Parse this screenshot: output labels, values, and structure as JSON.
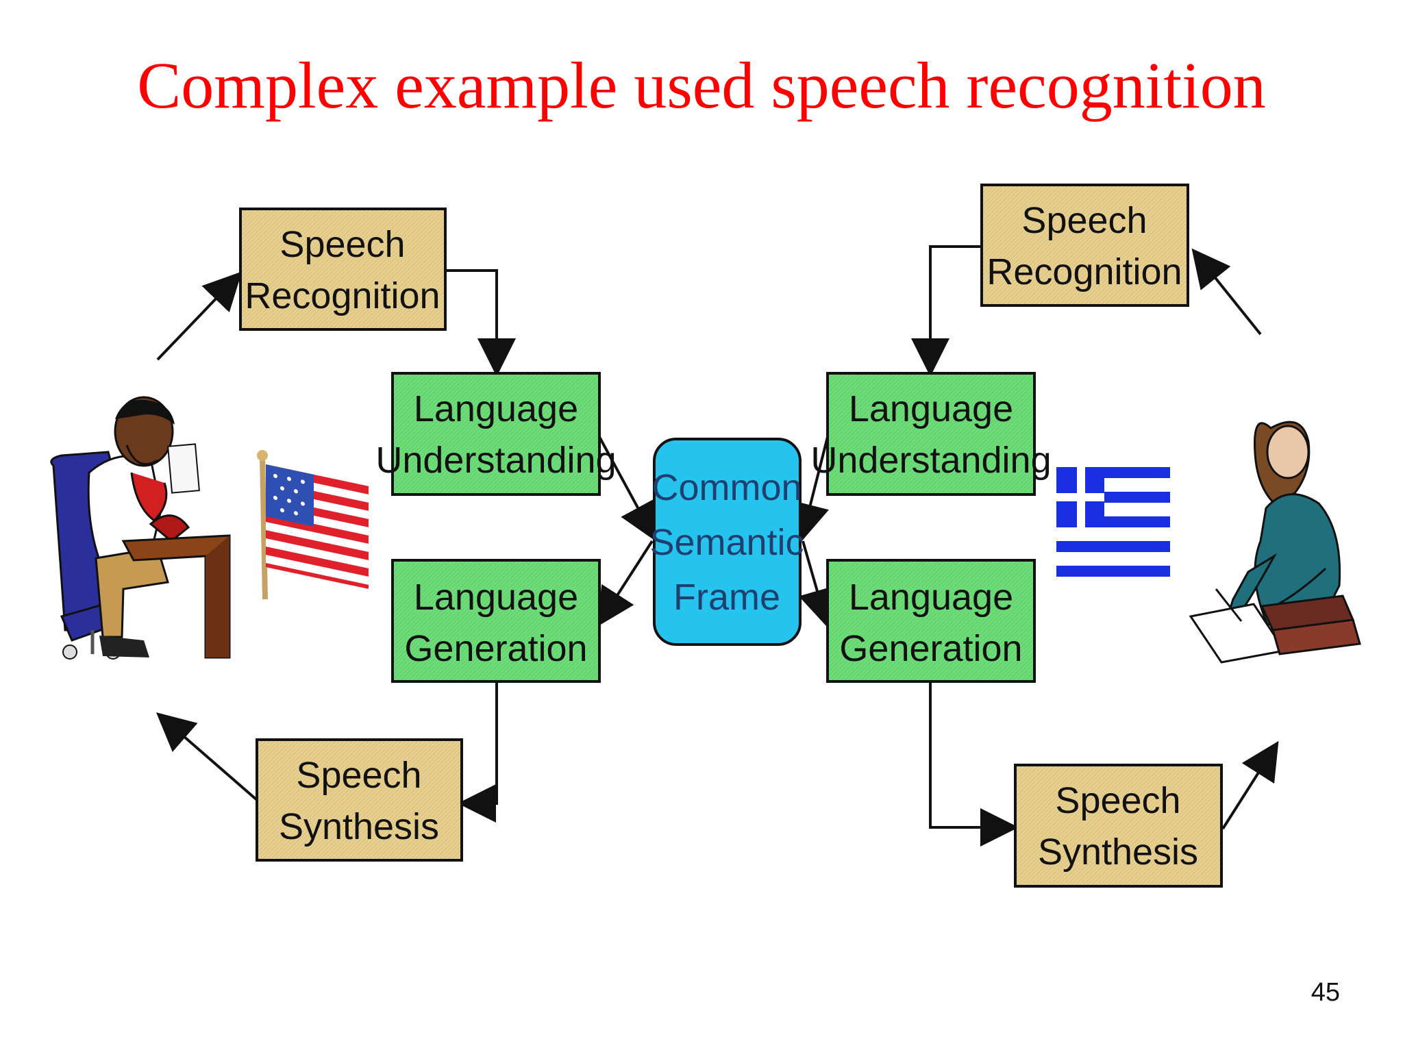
{
  "title": "Complex example used speech recognition",
  "page_number": "45",
  "left": {
    "speech_recognition": [
      "Speech",
      "Recognition"
    ],
    "language_understanding": [
      "Language",
      "Understanding"
    ],
    "language_generation": [
      "Language",
      "Generation"
    ],
    "speech_synthesis": [
      "Speech",
      "Synthesis"
    ]
  },
  "center": {
    "common_semantic_frame": [
      "Common",
      "Semantic",
      "Frame"
    ]
  },
  "right": {
    "speech_recognition": [
      "Speech",
      "Recognition"
    ],
    "language_understanding": [
      "Language",
      "Understanding"
    ],
    "language_generation": [
      "Language",
      "Generation"
    ],
    "speech_synthesis": [
      "Speech",
      "Synthesis"
    ]
  },
  "colors": {
    "title": "#ff0000",
    "speech_box": "#e6cf8f",
    "language_box": "#6fdc7a",
    "frame_box": "#27c3ef"
  },
  "icons": {
    "left_person": "man-on-phone-at-desk-icon",
    "left_flag": "usa-flag-icon",
    "right_flag": "greece-flag-icon",
    "right_person": "woman-writing-icon"
  }
}
